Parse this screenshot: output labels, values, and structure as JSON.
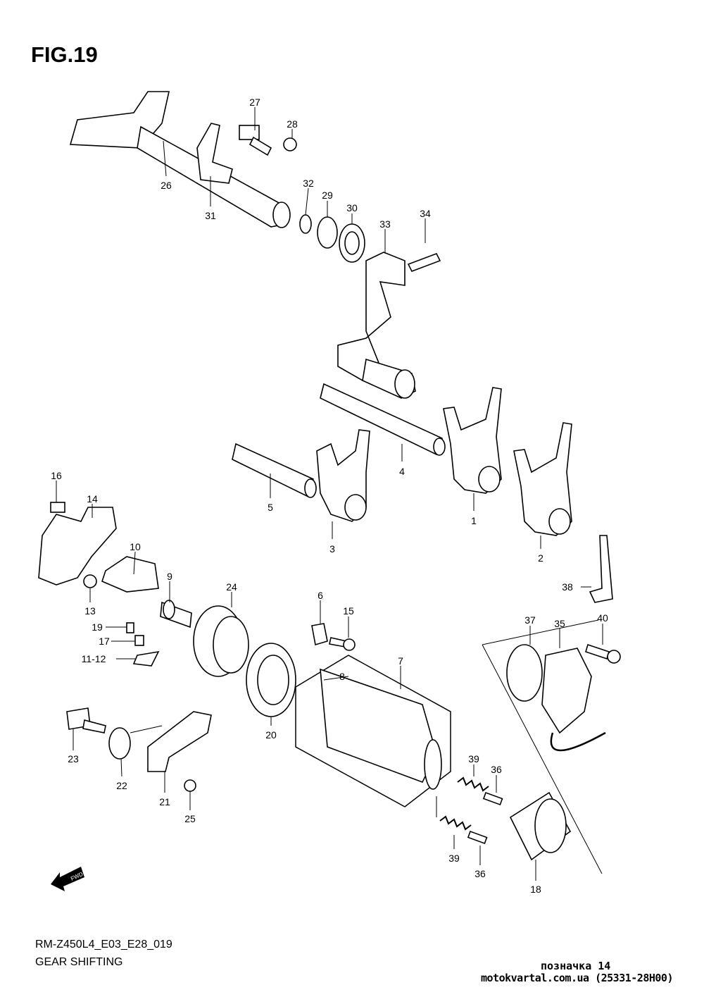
{
  "figure_title": "FIG.19",
  "model_code": "RM-Z450L4_E03_E28_019",
  "section_title": "GEAR SHIFTING",
  "mark_label": "позначка 14",
  "site_label": "motokvartal.com.ua (25331-28H00)",
  "fwd_label": "FWD",
  "callouts": [
    "27",
    "28",
    "26",
    "31",
    "32",
    "29",
    "30",
    "33",
    "34",
    "4",
    "5",
    "1",
    "3",
    "2",
    "16",
    "14",
    "10",
    "9",
    "24",
    "13",
    "19",
    "17",
    "11-12",
    "6",
    "15",
    "7",
    "8",
    "20",
    "23",
    "22",
    "21",
    "25",
    "37",
    "35",
    "40",
    "38",
    "39",
    "36",
    "39",
    "36",
    "18"
  ]
}
